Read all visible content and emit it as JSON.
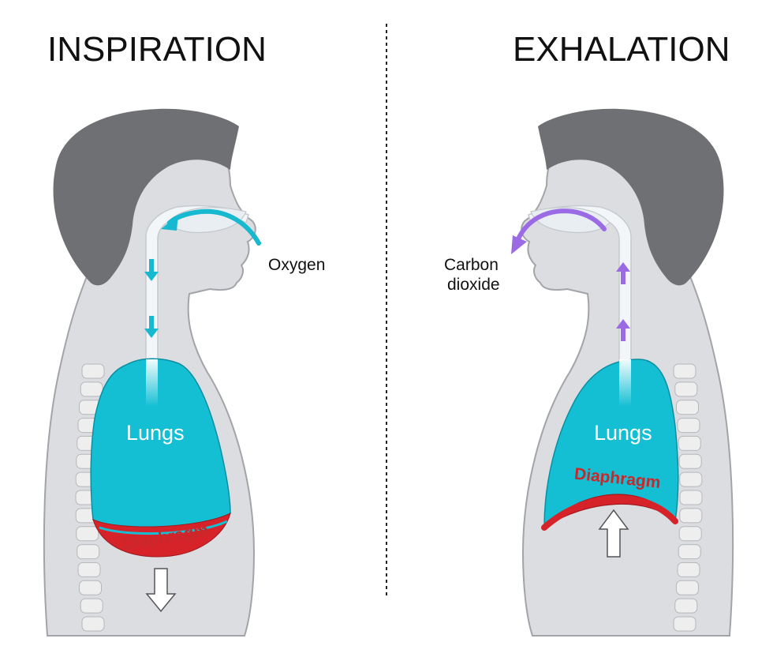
{
  "left_panel": {
    "title": "INSPIRATION",
    "gas_label": "Oxygen",
    "lungs_label": "Lungs",
    "diaphragm_label": "Diaphragm"
  },
  "right_panel": {
    "title": "EXHALATION",
    "gas_label_line1": "Carbon",
    "gas_label_line2": "dioxide",
    "lungs_label": "Lungs",
    "diaphragm_label": "Diaphragm"
  },
  "colors": {
    "body": "#dcdde1",
    "body_outline": "#9a9ca1",
    "hair": "#6f7073",
    "lungs": "#14bfd4",
    "diaphragm": "#d6232a",
    "oxygen_arrow": "#16b9cf",
    "co2_arrow": "#9b6be6",
    "spine": "#eeeeee"
  }
}
